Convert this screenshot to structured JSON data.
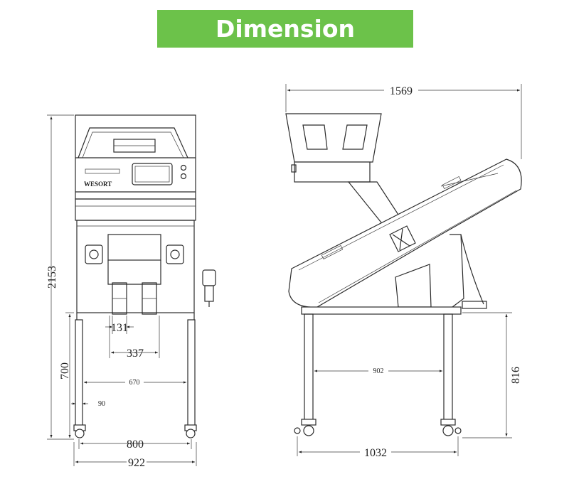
{
  "title": "Dimension",
  "colors": {
    "banner": "#6cc24a",
    "line": "#2b2b2b"
  },
  "front_view": {
    "logo_text": "WESORT",
    "dimensions": {
      "height": "2153",
      "leg_height": "700",
      "outlet_spacing": "131",
      "outlet_width": "337",
      "leg_inner": "670",
      "caster": "90",
      "leg_center": "800",
      "total_width": "922"
    }
  },
  "side_view": {
    "dimensions": {
      "length": "1569",
      "leg_inner": "902",
      "frame_height": "816",
      "leg_span": "1032"
    }
  }
}
